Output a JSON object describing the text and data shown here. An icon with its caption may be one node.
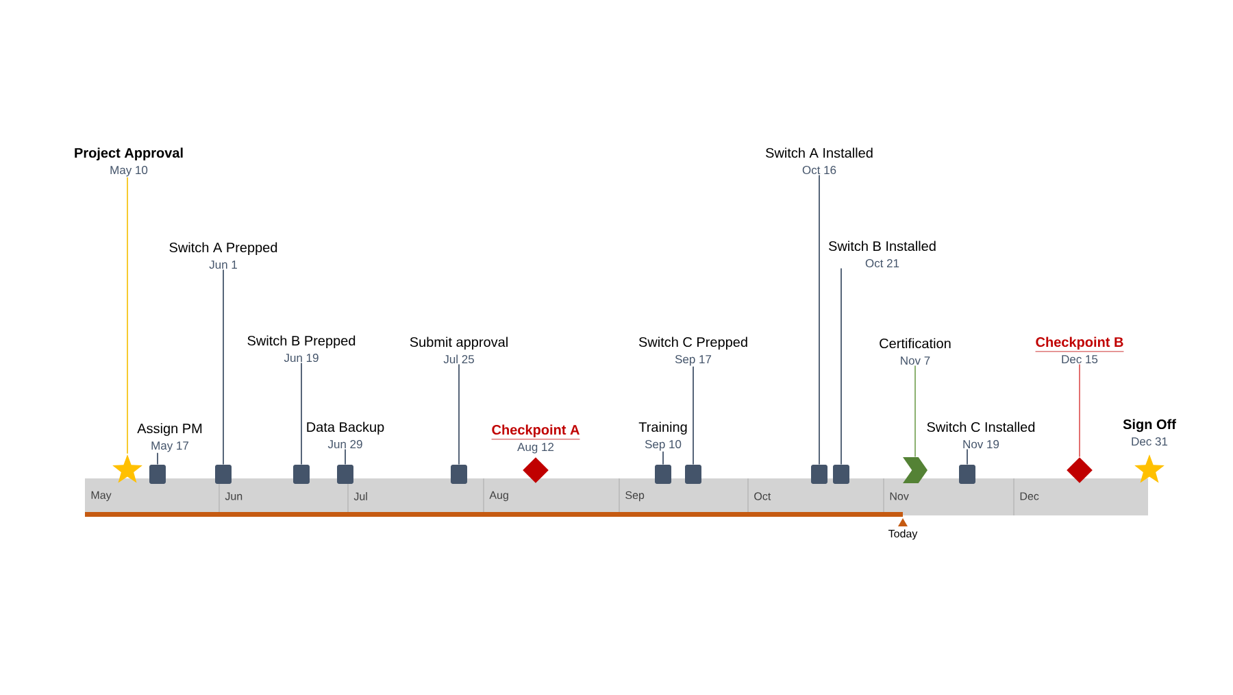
{
  "diagram": {
    "nodes": [
      {
        "text": [
          "Project Approval",
          "May 10"
        ]
      },
      {
        "text": [],
        "shape": "star"
      },
      {
        "text": [
          "Assign PM",
          "May 17"
        ]
      },
      {
        "text": [],
        "shape": "box"
      },
      {
        "text": [
          "Switch A Prepped",
          "Jun 1"
        ]
      },
      {
        "text": [],
        "shape": "box"
      },
      {
        "text": [
          "Switch B Prepped",
          "Jun 19"
        ]
      },
      {
        "text": [],
        "shape": "box"
      },
      {
        "text": [
          "Data Backup",
          "Jun 29"
        ]
      },
      {
        "text": [],
        "shape": "box"
      },
      {
        "text": [
          "Submit approval",
          "Jul 25"
        ]
      },
      {
        "text": [],
        "shape": "box"
      },
      {
        "text": [
          "Checkpoint A",
          "Aug 12"
        ]
      },
      {
        "text": [],
        "shape": "diamond"
      },
      {
        "text": [
          "Training",
          "Sep 10"
        ]
      },
      {
        "text": [],
        "shape": "box"
      },
      {
        "text": [
          "Switch C Prepped",
          "Sep 17"
        ]
      },
      {
        "text": [],
        "shape": "box"
      },
      {
        "text": [
          "Switch A Installed",
          "Oct 16"
        ]
      },
      {
        "text": [],
        "shape": "box"
      },
      {
        "text": [
          "Switch B Installed",
          "Oct 21"
        ]
      },
      {
        "text": [],
        "shape": "box"
      },
      {
        "text": [
          "Certification",
          "Nov 7"
        ]
      },
      {
        "text": [],
        "shape": "chevron"
      },
      {
        "text": [
          "Switch C Installed",
          "Nov 19"
        ]
      },
      {
        "text": [],
        "shape": "box"
      },
      {
        "text": [
          "Checkpoint B",
          "Dec 15"
        ]
      },
      {
        "text": [],
        "shape": "diamond"
      },
      {
        "text": [
          "Sign Off",
          "Dec 31"
        ]
      },
      {
        "text": [],
        "shape": "star"
      }
    ],
    "edges": [
      {
        "from": 0,
        "to": 1,
        "arrow": "none",
        "color": "#f5c518"
      },
      {
        "from": 2,
        "to": 3,
        "arrow": "none"
      },
      {
        "from": 4,
        "to": 5,
        "arrow": "none"
      },
      {
        "from": 6,
        "to": 7,
        "arrow": "none"
      },
      {
        "from": 8,
        "to": 9,
        "arrow": "none"
      },
      {
        "from": 10,
        "to": 11,
        "arrow": "none"
      },
      {
        "from": 14,
        "to": 15,
        "arrow": "none"
      },
      {
        "from": 16,
        "to": 17,
        "arrow": "none"
      },
      {
        "from": 18,
        "to": 19,
        "arrow": "none"
      },
      {
        "from": 20,
        "to": 21,
        "arrow": "none"
      },
      {
        "from": 22,
        "to": 23,
        "arrow": "none",
        "color": "#7fa860"
      },
      {
        "from": 24,
        "to": 25,
        "arrow": "none"
      },
      {
        "from": 26,
        "to": 27,
        "arrow": "none",
        "color": "#e06060"
      }
    ],
    "labels": [
      "May",
      "Jun",
      "Jul",
      "Aug",
      "Sep",
      "Oct",
      "Nov",
      "Dec",
      "Today"
    ]
  }
}
